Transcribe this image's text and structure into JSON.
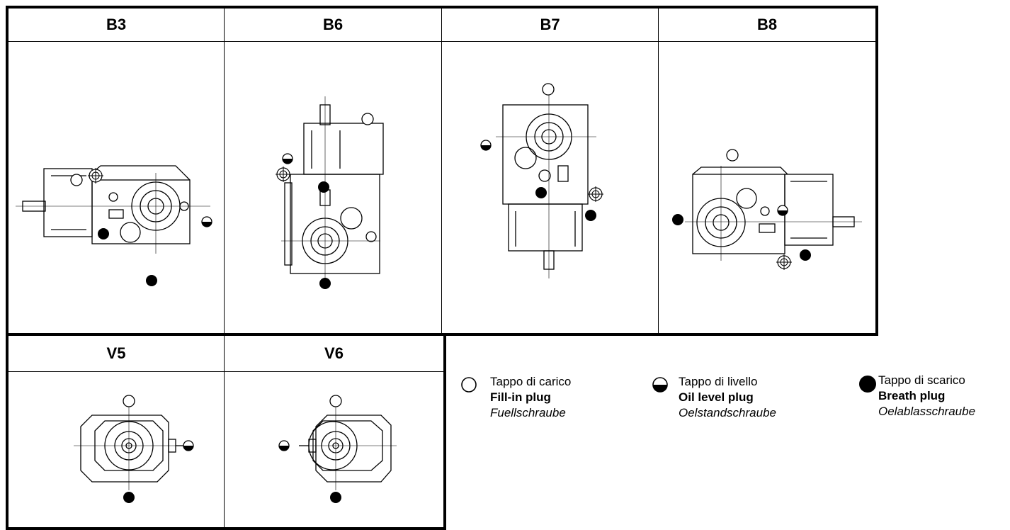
{
  "positions": {
    "top": [
      "B3",
      "B6",
      "B7",
      "B8"
    ],
    "bottom": [
      "V5",
      "V6"
    ]
  },
  "legend": {
    "fill": {
      "it": "Tappo di carico",
      "en": "Fill-in plug",
      "de": "Fuellschraube"
    },
    "level": {
      "it": "Tappo di livello",
      "en": "Oil level plug",
      "de": "Oelstandschraube"
    },
    "drain": {
      "it": "Tappo di scarico",
      "en": "Breath plug",
      "de": "Oelablasschraube"
    }
  },
  "colors": {
    "line": "#000000",
    "background": "#ffffff"
  }
}
